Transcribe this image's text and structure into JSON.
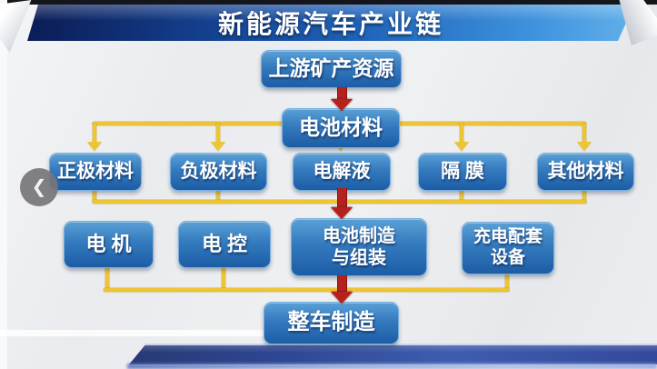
{
  "header": {
    "title": "新能源汽车产业链"
  },
  "nav": {
    "prev_icon": "❮"
  },
  "flow": {
    "upstream": "上游矿产资源",
    "battery_materials": "电池材料",
    "materials": [
      "正极材料",
      "负极材料",
      "电解液",
      "隔 膜",
      "其他材料"
    ],
    "components": {
      "motor": "电 机",
      "controller": "电 控",
      "battery_mfg_line1": "电池制造",
      "battery_mfg_line2": "与组装",
      "charging_line1": "充电配套",
      "charging_line2": "设备"
    },
    "vehicle": "整车制造"
  },
  "colors": {
    "node_blue_top": "#5aa0d6",
    "node_blue_bottom": "#1c5da6",
    "connector_yellow": "#eec437",
    "arrow_red": "#b5211c",
    "titlebar_blue": "#1f63b8",
    "bottombar_blue": "#2e4792"
  }
}
